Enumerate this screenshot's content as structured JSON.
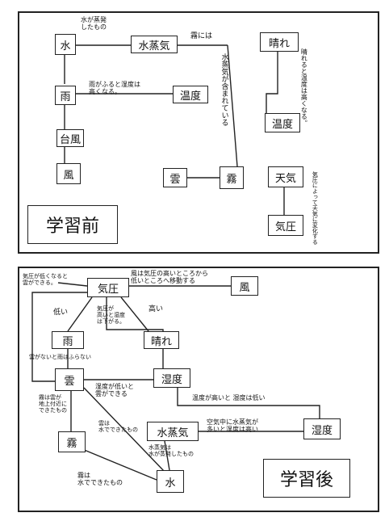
{
  "before": {
    "title": "学習前",
    "nodes": {
      "mizu": "水",
      "suijouki": "水蒸気",
      "hare": "晴れ",
      "ame": "雨",
      "ondo_mid": "温度",
      "taifuu": "台風",
      "kaze": "風",
      "kumo": "雲",
      "kiri": "霧",
      "ondo_right": "温度",
      "tenki": "天気",
      "kiatsu": "気圧"
    },
    "labels": {
      "mizu_suijouki": "水が蒸発\nしたもの",
      "kiri_ni_wa": "霧には",
      "kiri_vertical": "水蒸気が含まれている",
      "ame_ondo": "雨がふると湿度は\n高くなる。",
      "hare_vertical": "晴れると温度は高くなる。",
      "tenki_vertical": "気圧によって天気に変化する"
    }
  },
  "after": {
    "title": "学習後",
    "nodes": {
      "kiatsu": "気圧",
      "kaze": "風",
      "ame": "雨",
      "hare": "晴れ",
      "kumo": "雲",
      "shitsudo_mid": "湿度",
      "suijouki": "水蒸気",
      "shitsudo_right": "湿度",
      "kiri": "霧",
      "mizu": "水"
    },
    "labels": {
      "topleft": "気圧が低くなると雲ができる。",
      "kiatsu_kaze": "風は気圧の高いところから\n低いところへ移動する",
      "hikui": "低い",
      "takai": "高い",
      "kiatsu_mid": "気圧が\n高いと湿度\nは下がる。",
      "ame_kumo": "雲がないと雨はふらない",
      "kumo_shitsudo": "湿度が低いと\n雲ができる",
      "shitsudo_right": "温度が高いと 湿度は低い",
      "kiri_kumo": "霧は雲が\n地上付近に\nできたもの",
      "kumo_mizu": "雲は\n水でできたもの",
      "suijouki_shitsudo": "空気中に水蒸気が\n多いと湿度は高い",
      "suijouki_mizu": "水蒸気は\n水が蒸発したもの",
      "kiri_mizu": "霧は\n水でできたもの"
    }
  }
}
